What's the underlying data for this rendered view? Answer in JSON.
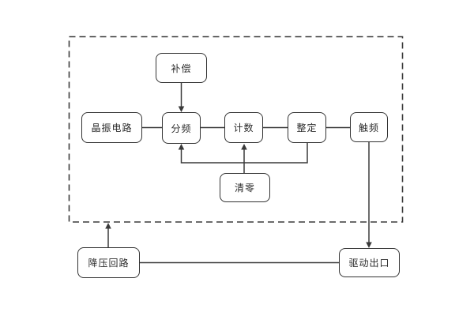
{
  "colors": {
    "line": "#3a3a3a",
    "box_border": "#333333",
    "box_fill": "#ffffff",
    "background": "#ffffff",
    "text": "#2c2c2c"
  },
  "nodes": {
    "compensation": {
      "label": "补偿"
    },
    "crystal_oscillator": {
      "label": "晶振电路"
    },
    "frequency_divider": {
      "label": "分频"
    },
    "counter": {
      "label": "计数"
    },
    "setting": {
      "label": "整定"
    },
    "trigger_frequency": {
      "label": "触频"
    },
    "clear_zero": {
      "label": "清零"
    },
    "step_down_circuit": {
      "label": "降压回路"
    },
    "drive_output": {
      "label": "驱动出口"
    }
  },
  "edges": [
    {
      "from": "compensation",
      "to": "frequency_divider",
      "arrow": true
    },
    {
      "from": "crystal_oscillator",
      "to": "frequency_divider",
      "arrow": false
    },
    {
      "from": "frequency_divider",
      "to": "counter",
      "arrow": false
    },
    {
      "from": "counter",
      "to": "setting",
      "arrow": false
    },
    {
      "from": "setting",
      "to": "trigger_frequency",
      "arrow": false
    },
    {
      "from": "setting",
      "to": "frequency_divider",
      "arrow": true
    },
    {
      "from": "clear_zero",
      "to": "counter",
      "arrow": true
    },
    {
      "from": "trigger_frequency",
      "to": "drive_output",
      "arrow": true
    },
    {
      "from": "step_down_circuit",
      "to": "dashed_boundary",
      "arrow": true
    },
    {
      "from": "step_down_circuit",
      "to": "drive_output",
      "arrow": false
    }
  ]
}
